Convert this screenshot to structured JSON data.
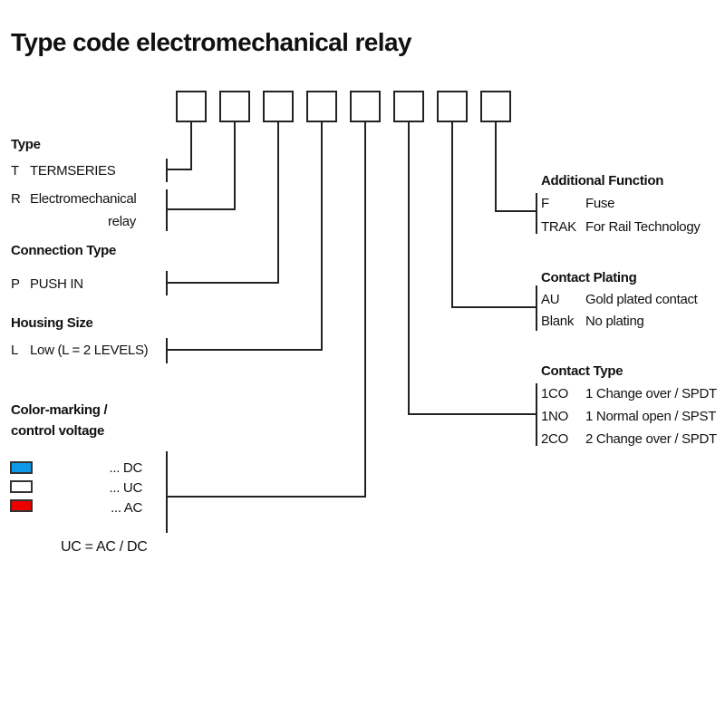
{
  "title": "Type code electromechanical relay",
  "box_count": 8,
  "colors": {
    "dc_blue": "#0D99E8",
    "uc_white": "#FFFFFF",
    "ac_red": "#EC0000",
    "line": "#222222"
  },
  "left": {
    "type": {
      "heading": "Type",
      "items": [
        {
          "code": "T",
          "desc": "TERMSERIES"
        },
        {
          "code": "R",
          "desc": "Electromechanical",
          "desc_line2": "relay"
        }
      ]
    },
    "connection": {
      "heading": "Connection Type",
      "items": [
        {
          "code": "P",
          "desc": "PUSH IN"
        }
      ]
    },
    "housing": {
      "heading": "Housing Size",
      "items": [
        {
          "code": "L",
          "desc": "Low (L = 2 LEVELS)"
        }
      ]
    },
    "color_marking": {
      "heading_line1": "Color-marking /",
      "heading_line2": "control voltage",
      "items": [
        {
          "swatch": "dc_blue",
          "label": "... DC"
        },
        {
          "swatch": "uc_white",
          "label": "... UC"
        },
        {
          "swatch": "ac_red",
          "label": "... AC"
        }
      ],
      "note": "UC = AC / DC"
    }
  },
  "right": {
    "additional_function": {
      "heading": "Additional Function",
      "items": [
        {
          "code": "F",
          "desc": "Fuse"
        },
        {
          "code": "TRAK",
          "desc": "For Rail Technology"
        }
      ]
    },
    "contact_plating": {
      "heading": "Contact Plating",
      "items": [
        {
          "code": "AU",
          "desc": "Gold plated contact"
        },
        {
          "code": "Blank",
          "desc": "No plating"
        }
      ]
    },
    "contact_type": {
      "heading": "Contact Type",
      "items": [
        {
          "code": "1CO",
          "desc": "1 Change over / SPDT"
        },
        {
          "code": "1NO",
          "desc": "1 Normal open / SPST"
        },
        {
          "code": "2CO",
          "desc": "2 Change over / SPDT"
        }
      ]
    }
  }
}
